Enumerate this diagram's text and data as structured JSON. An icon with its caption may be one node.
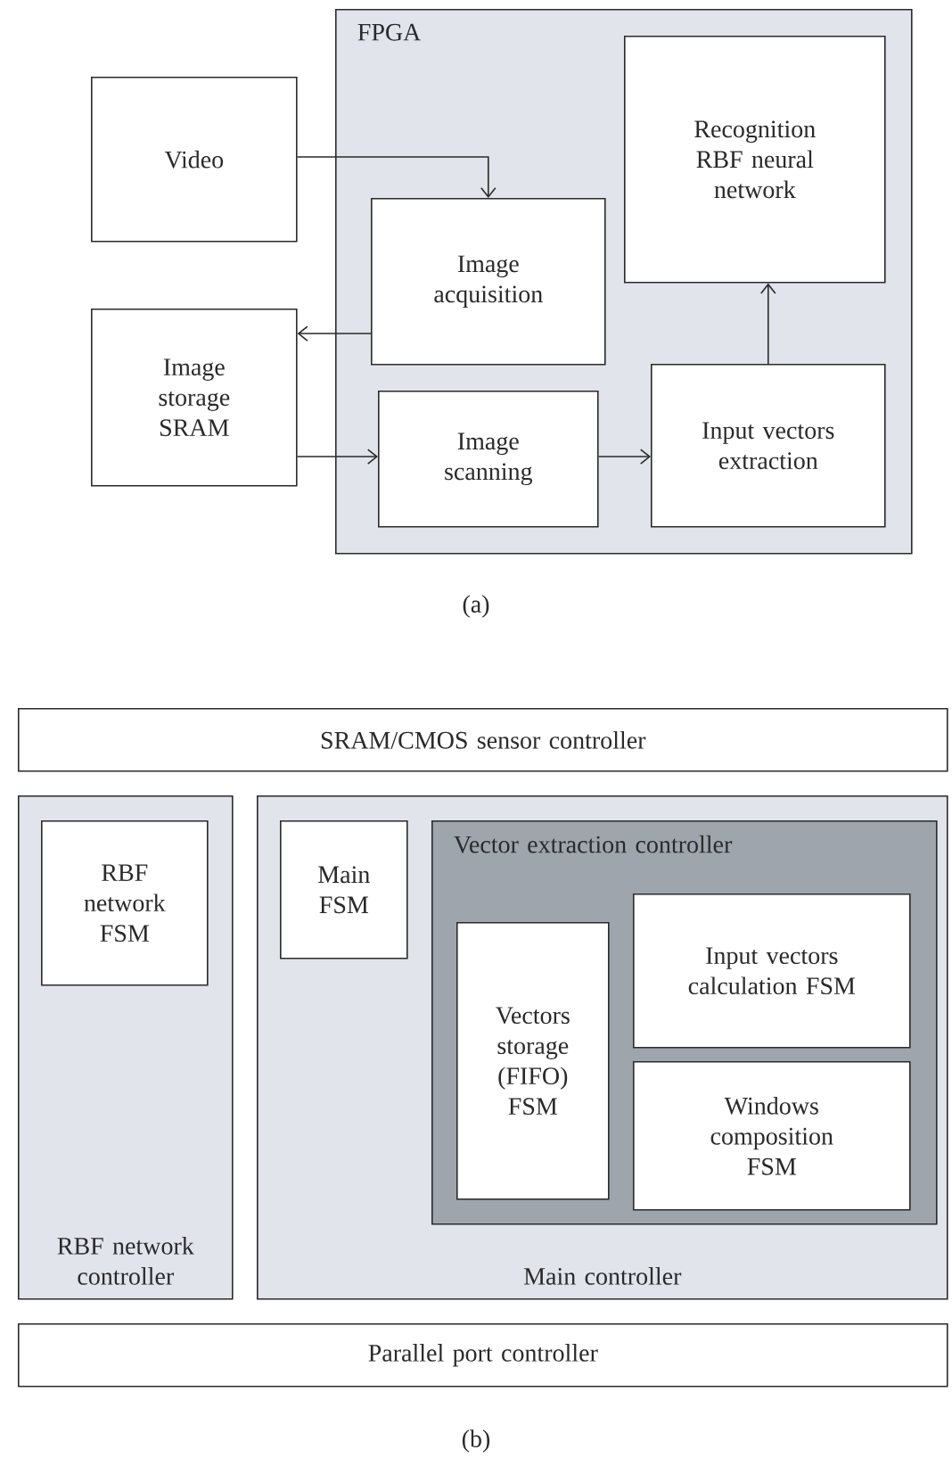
{
  "diagram": {
    "nodes": [
      {
        "text": [
          "FPGA"
        ]
      },
      {
        "text": [
          "Video"
        ]
      },
      {
        "text": [
          "Image acquisition"
        ],
        "in": 0
      },
      {
        "text": [
          "Recognition RBF neural network"
        ],
        "in": 0
      },
      {
        "text": [
          "Image storage SRAM"
        ]
      },
      {
        "text": [
          "Image scanning"
        ],
        "in": 0
      },
      {
        "text": [
          "Input vectors extraction"
        ],
        "in": 0
      },
      {
        "text": [
          "SRAM/CMOS sensor controller"
        ]
      },
      {
        "text": [
          "RBF network controller"
        ]
      },
      {
        "text": [
          "RBF network FSM"
        ],
        "in": 8
      },
      {
        "text": [
          "Main controller"
        ]
      },
      {
        "text": [
          "Main FSM"
        ],
        "in": 10
      },
      {
        "text": [
          "Vector extraction controller"
        ],
        "in": 10
      },
      {
        "text": [
          "Vectors storage (FIFO) FSM"
        ],
        "in": 12
      },
      {
        "text": [
          "Input vectors calculation FSM"
        ],
        "in": 12
      },
      {
        "text": [
          "Windows composition FSM"
        ],
        "in": 12
      },
      {
        "text": [
          "Parallel port controller"
        ]
      }
    ],
    "edges": [
      {
        "from": 1,
        "to": 2,
        "arrow": "to"
      },
      {
        "from": 2,
        "to": 4,
        "arrow": "to"
      },
      {
        "from": 4,
        "to": 5,
        "arrow": "to"
      },
      {
        "from": 5,
        "to": 6,
        "arrow": "to"
      },
      {
        "from": 6,
        "to": 3,
        "arrow": "to"
      }
    ],
    "labels": [
      "(a)",
      "(b)"
    ]
  }
}
